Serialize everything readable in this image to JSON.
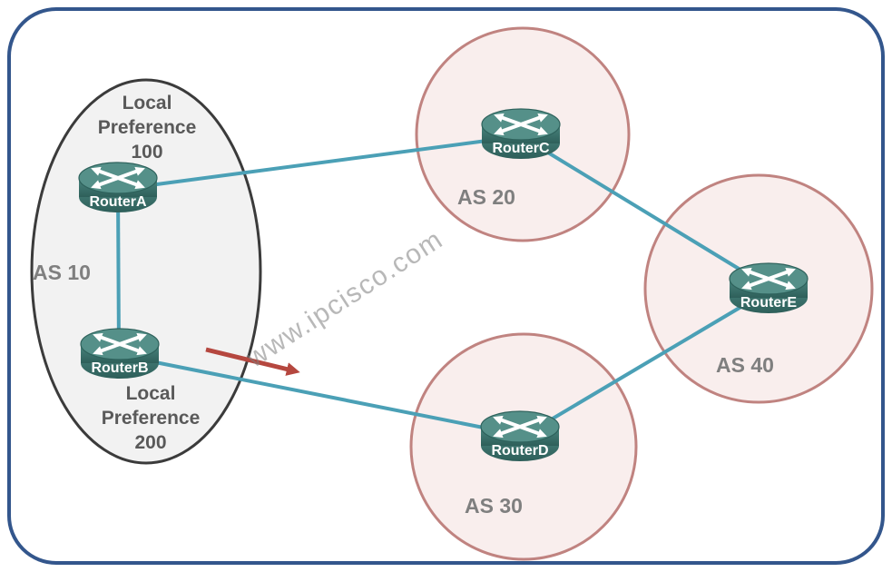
{
  "watermark": "www.ipcisco.com",
  "annotations": {
    "local_pref_top": {
      "lines": [
        "Local",
        "Preference",
        "100"
      ]
    },
    "local_pref_bottom": {
      "lines": [
        "Local",
        "Preference",
        "200"
      ]
    }
  },
  "as_groups": {
    "as10": {
      "label": "AS 10"
    },
    "as20": {
      "label": "AS 20"
    },
    "as30": {
      "label": "AS 30"
    },
    "as40": {
      "label": "AS 40"
    }
  },
  "routers": {
    "a": {
      "name": "RouterA"
    },
    "b": {
      "name": "RouterB"
    },
    "c": {
      "name": "RouterC"
    },
    "d": {
      "name": "RouterD"
    },
    "e": {
      "name": "RouterE"
    }
  },
  "colors": {
    "frame_border": "#33568C",
    "link_line": "#4BA0B6",
    "direction_arrow": "#B5473F",
    "as10_fill": "#F2F2F2",
    "as10_border": "#3B3B3B",
    "as_circle_fill": "#F9EEED",
    "as_circle_border": "#C08380",
    "router_top": "#559089",
    "router_body_dark": "#2E625C",
    "note_text": "#595959",
    "as_label_text": "#7F7F7F",
    "watermark_text": "#7D7D7D"
  }
}
